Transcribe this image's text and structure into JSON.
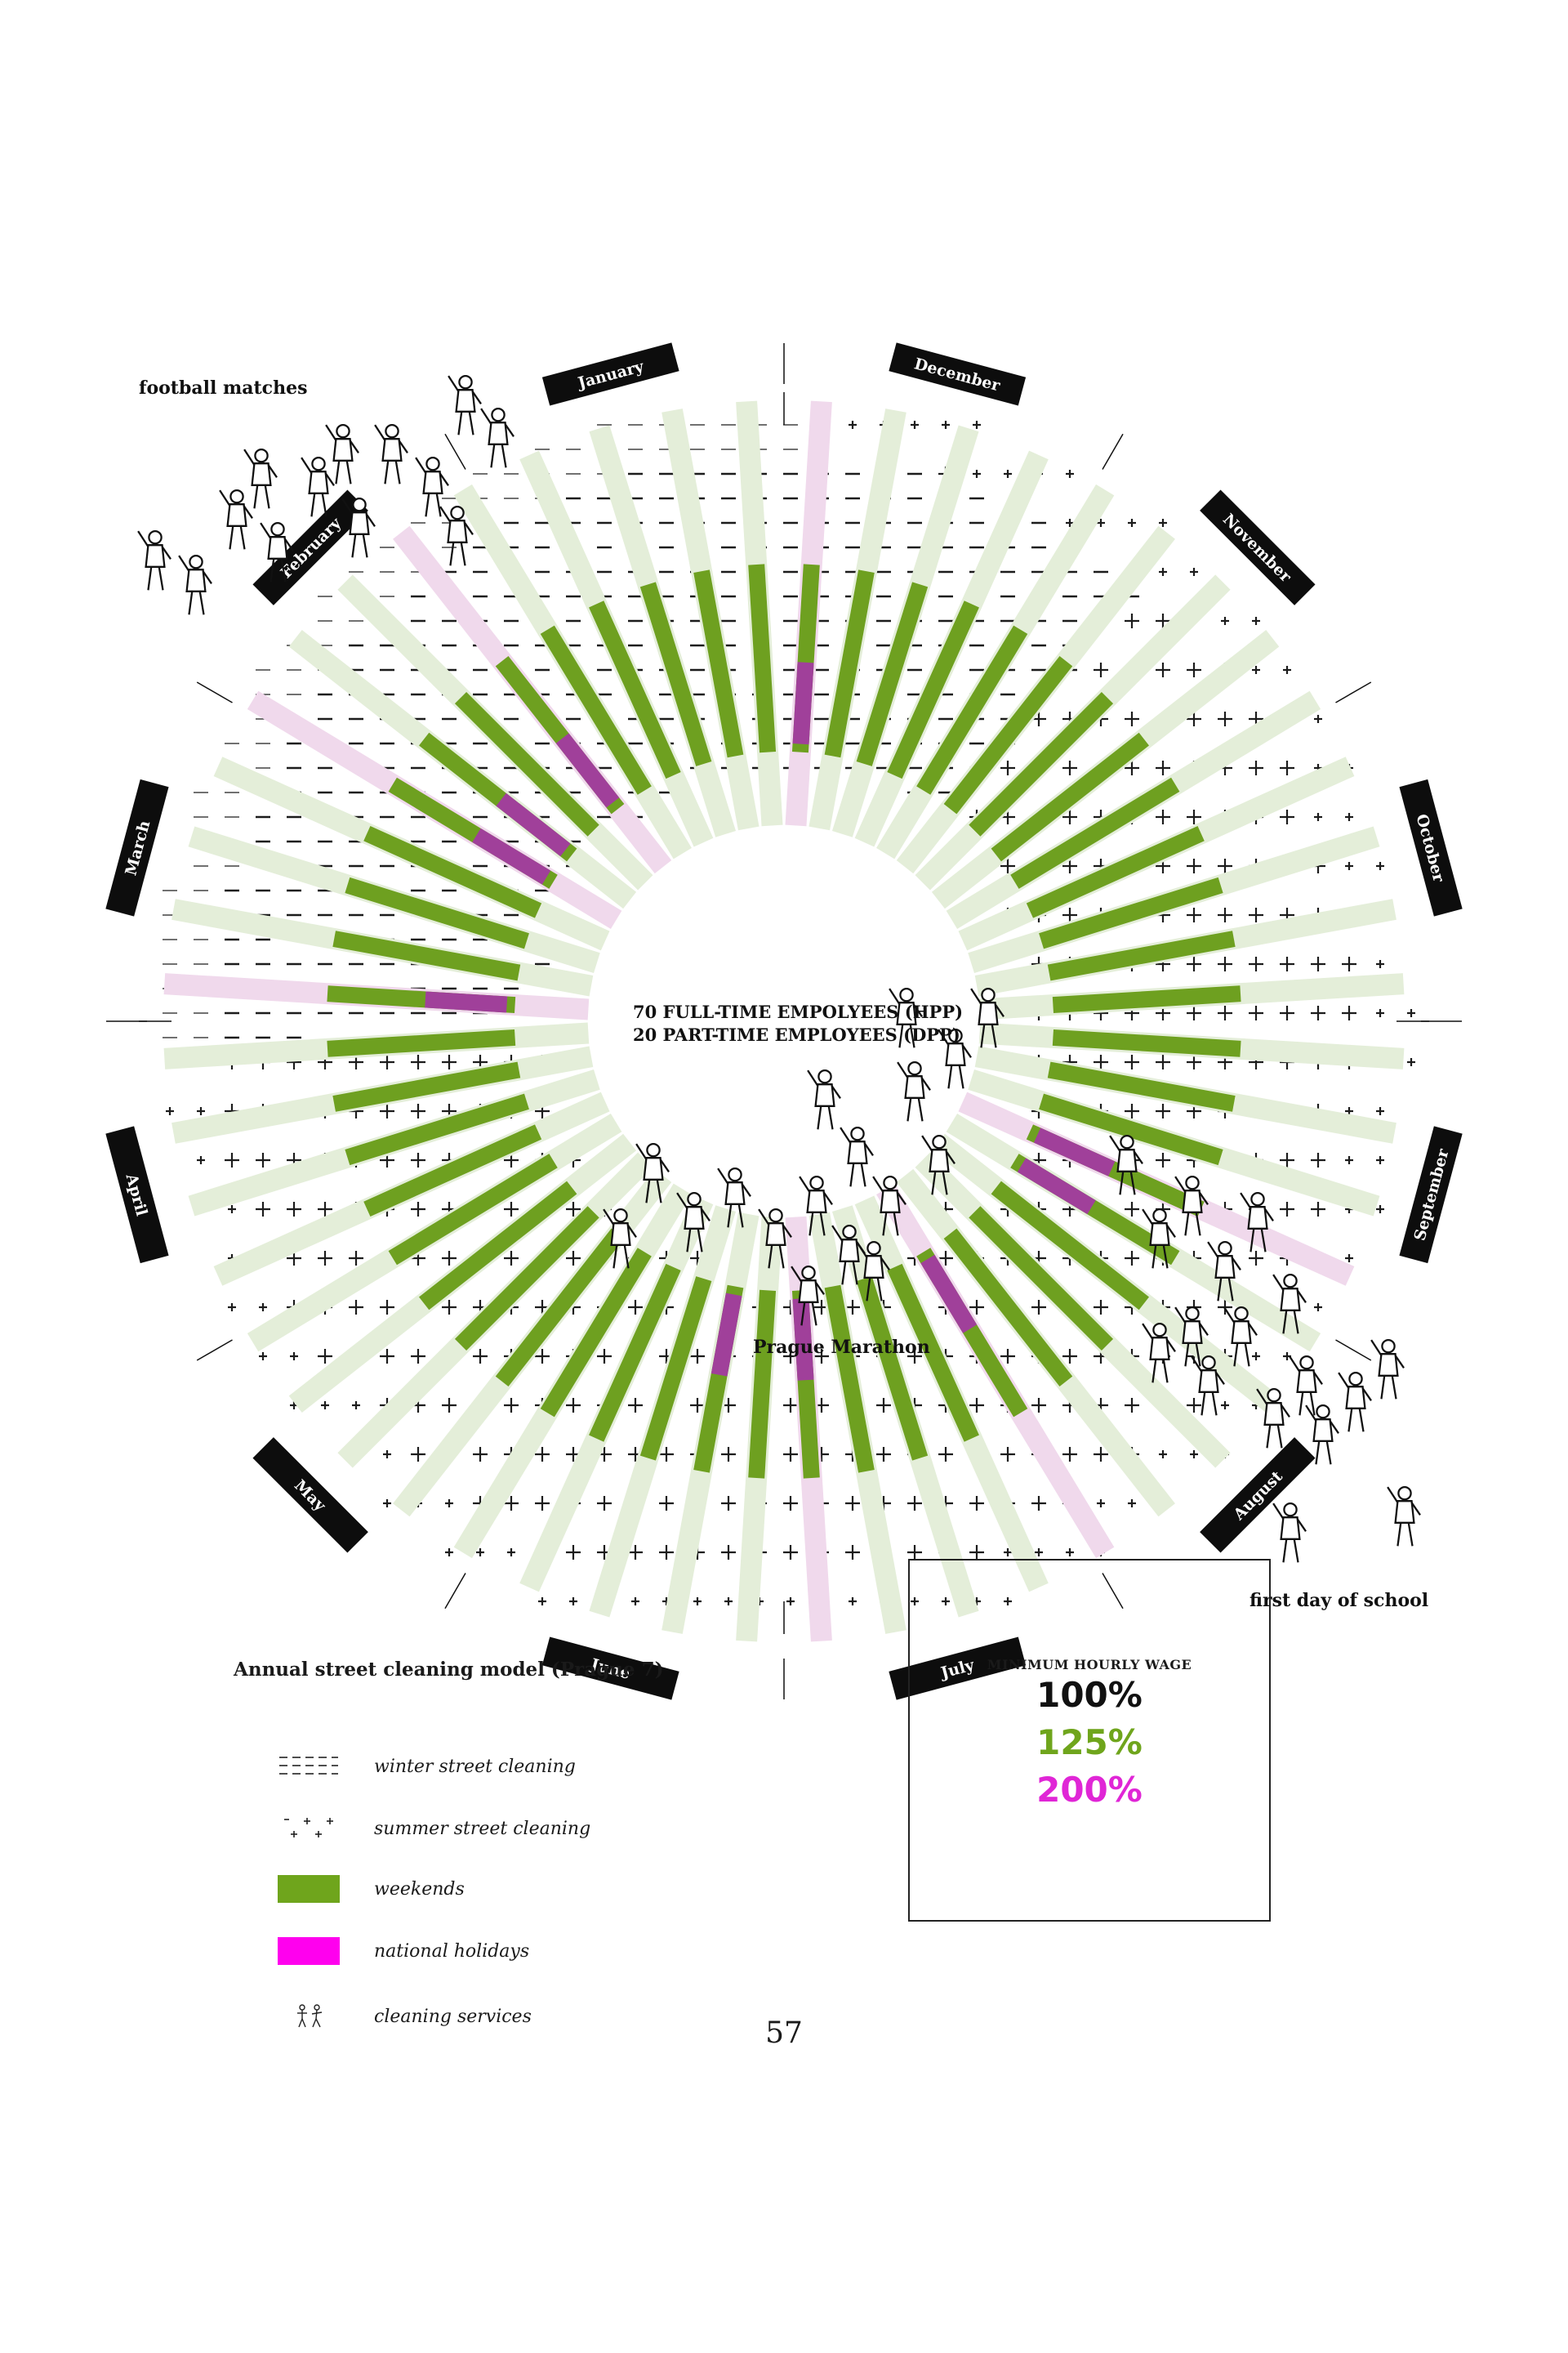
{
  "colors": {
    "weekend": "#6ea020",
    "holiday": "#a0409a",
    "holiday_pale": "#f0d9ec",
    "base_bar": "#e4eed9",
    "pct_100": "#111111",
    "pct_125": "#6fa51c",
    "pct_200": "#e026d6",
    "legend_weekend": "#6fa51c",
    "legend_holiday": "#ff00ee"
  },
  "center": {
    "line1": "70 FULL-TIME EMPOLYEES (HPP)",
    "line2": "20 PART-TIME EMPLOYEES (DPP)"
  },
  "months": [
    "January",
    "February",
    "March",
    "April",
    "May",
    "June",
    "July",
    "August",
    "September",
    "October",
    "November",
    "December"
  ],
  "annotations": {
    "football": "football matches",
    "marathon": "Prague Marathon",
    "school": "first day of school"
  },
  "legend": {
    "title": "Annual street cleaning model (Prague 7)",
    "items": [
      {
        "key": "winter",
        "label": "winter street cleaning"
      },
      {
        "key": "summer",
        "label": "summer street cleaning"
      },
      {
        "key": "weekend",
        "label": "weekends"
      },
      {
        "key": "holiday",
        "label": "national holidays"
      },
      {
        "key": "services",
        "label": "cleaning services",
        "icon": "walking-people-icon"
      }
    ]
  },
  "wage": {
    "title": "MINIMUM HOURLY WAGE",
    "levels": [
      "100%",
      "125%",
      "200%"
    ]
  },
  "page_number": "57"
}
